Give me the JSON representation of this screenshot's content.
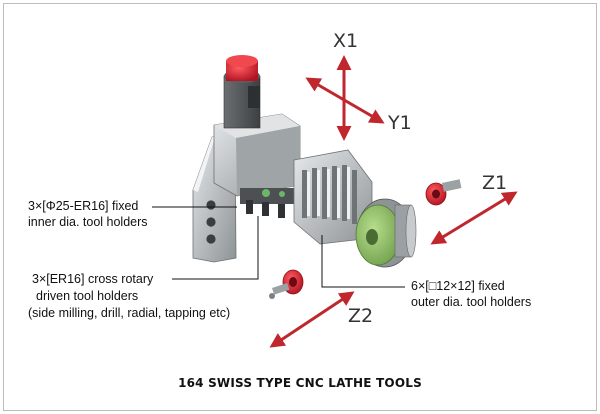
{
  "axes": {
    "x1": "X1",
    "y1": "Y1",
    "z1": "Z1",
    "z2": "Z2"
  },
  "callouts": {
    "inner_holders": {
      "line1": "3×[Φ25-ER16] fixed",
      "line2": "inner dia. tool holders"
    },
    "cross_rotary": {
      "line1": "3×[ER16] cross rotary",
      "line2": "driven tool holders",
      "line3": "(side milling, drill, radial, tapping etc)"
    },
    "outer_holders": {
      "line1": "6×[□12×12] fixed",
      "line2": "outer dia. tool holders"
    }
  },
  "caption": "164 SWISS TYPE CNC LATHE TOOLS",
  "colors": {
    "arrow_red": "#c0272d",
    "motor_red": "#d81e2c",
    "steel": "#b9bdc0",
    "disc_green": "#8fc06a"
  }
}
